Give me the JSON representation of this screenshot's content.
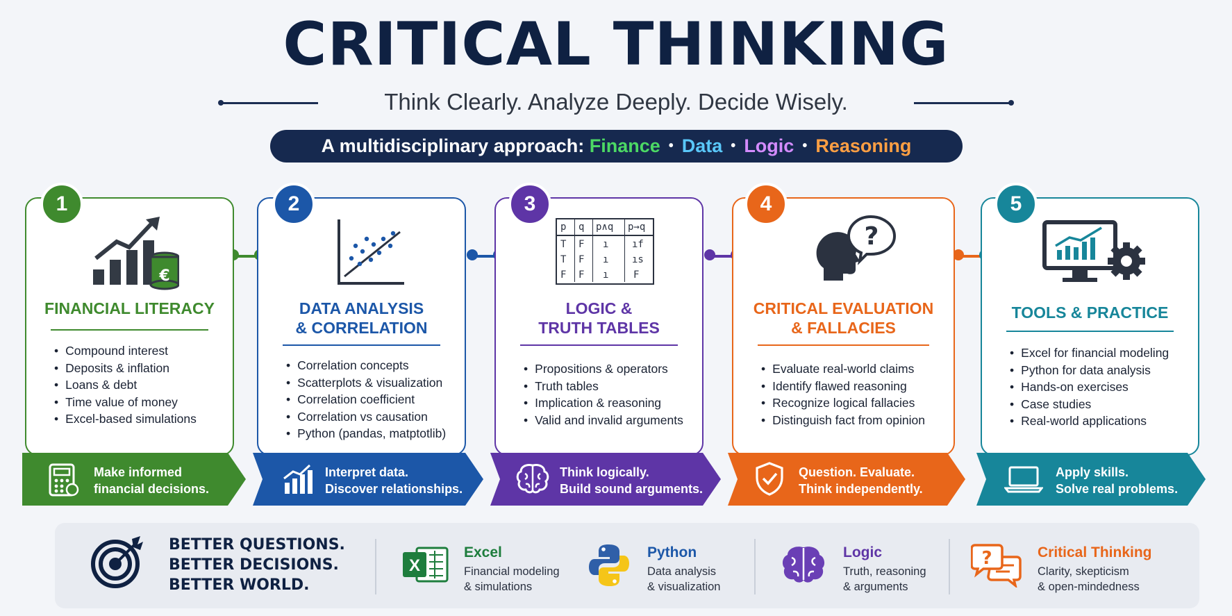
{
  "header": {
    "title": "CRITICAL THINKING",
    "subtitle": "Think Clearly. Analyze Deeply. Decide Wisely.",
    "banner_prefix": "A multidisciplinary approach: ",
    "banner_items": [
      {
        "label": "Finance",
        "color": "#4cd964"
      },
      {
        "label": "Data",
        "color": "#5ac8fa"
      },
      {
        "label": "Logic",
        "color": "#d48cff"
      },
      {
        "label": "Reasoning",
        "color": "#ff9f43"
      }
    ],
    "banner_separator": "•"
  },
  "modules": [
    {
      "number": "1",
      "color": "#3f8a2e",
      "title_lines": [
        "FINANCIAL LITERACY"
      ],
      "items": [
        "Compound interest",
        "Deposits & inflation",
        "Loans & debt",
        "Time value of money",
        "Excel-based simulations"
      ],
      "footer_lines": [
        "Make informed",
        "financial decisions."
      ],
      "icon": "growth-chart-coins-icon",
      "footer_icon": "calculator-icon",
      "coin_symbol": "€"
    },
    {
      "number": "2",
      "color": "#1c57a8",
      "title_lines": [
        "DATA ANALYSIS",
        "& CORRELATION"
      ],
      "items": [
        "Correlation concepts",
        "Scatterplots & visualization",
        "Correlation coefficient",
        "Correlation vs causation",
        "Python (pandas, matptotlib)"
      ],
      "footer_lines": [
        "Interpret data.",
        "Discover relationships."
      ],
      "icon": "scatter-plot-icon",
      "footer_icon": "bar-chart-icon"
    },
    {
      "number": "3",
      "color": "#5e35a6",
      "title_lines": [
        "LOGIC &",
        "TRUTH TABLES"
      ],
      "items": [
        "Propositions & operators",
        "Truth tables",
        "Implication & reasoning",
        "Valid and invalid arguments"
      ],
      "footer_lines": [
        "Think logically.",
        "Build sound arguments."
      ],
      "icon": "truth-table-icon",
      "footer_icon": "brain-icon",
      "truth_table": {
        "headers": [
          "p",
          "q",
          "p∧q",
          "p→q"
        ],
        "rows": [
          [
            "T",
            "F",
            "ı",
            "ıf"
          ],
          [
            "T",
            "F",
            "ı",
            "ıs"
          ],
          [
            "F",
            "F",
            "ı",
            "F"
          ]
        ]
      }
    },
    {
      "number": "4",
      "color": "#e8661a",
      "title_lines": [
        "CRITICAL EVALUATION",
        "& FALLACIES"
      ],
      "items": [
        "Evaluate real-world claims",
        "Identify flawed reasoning",
        "Recognize logical fallacies",
        "Distinguish fact from opinion"
      ],
      "footer_lines": [
        "Question. Evaluate.",
        "Think independently."
      ],
      "icon": "head-question-icon",
      "footer_icon": "shield-check-icon",
      "question_mark": "?"
    },
    {
      "number": "5",
      "color": "#17869a",
      "title_lines": [
        "TOOLS & PRACTICE"
      ],
      "items": [
        "Excel for financial modeling",
        "Python for data analysis",
        "Hands-on exercises",
        "Case studies",
        "Real-world applications"
      ],
      "footer_lines": [
        "Apply skills.",
        "Solve real problems."
      ],
      "icon": "monitor-gear-icon",
      "footer_icon": "laptop-icon"
    }
  ],
  "bottom": {
    "slogan": [
      "BETTER QUESTIONS.",
      "BETTER DECISIONS.",
      "BETTER WORLD."
    ],
    "tools": [
      {
        "name": "Excel",
        "desc": [
          "Financial modeling",
          "& simulations"
        ],
        "color": "#1e7d3d",
        "icon": "excel-icon",
        "letter": "X"
      },
      {
        "name": "Python",
        "desc": [
          "Data analysis",
          "& visualization"
        ],
        "color": "#1c57a8",
        "icon": "python-icon"
      },
      {
        "name": "Logic",
        "desc": [
          "Truth, reasoning",
          "& arguments"
        ],
        "color": "#5e35a6",
        "icon": "brain-icon"
      },
      {
        "name": "Critical Thinking",
        "desc": [
          "Clarity, skepticism",
          "& open-mindedness"
        ],
        "color": "#e8661a",
        "icon": "speech-bubbles-icon",
        "question_mark": "?"
      }
    ]
  }
}
